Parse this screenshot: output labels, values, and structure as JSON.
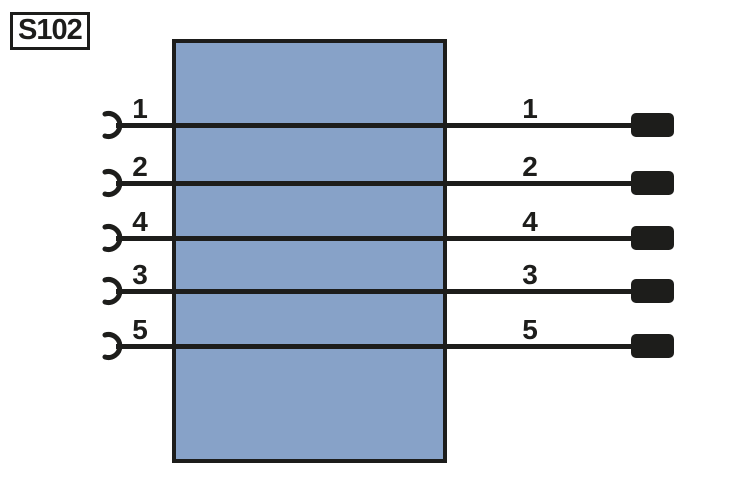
{
  "diagram": {
    "type": "wiring-connector-diagram",
    "connector_id": "S102",
    "component": {
      "description": "connector-body-block",
      "fill_color": "#87a2c8",
      "border_color": "#1d1d1b"
    },
    "colors": {
      "background": "#ffffff",
      "line": "#1d1d1b",
      "terminal": "#1d1d1b"
    },
    "icons": {
      "left_end": "female-socket-icon",
      "right_end": "terminal-block-icon"
    },
    "wires": [
      {
        "left_pin": "1",
        "right_pin": "1"
      },
      {
        "left_pin": "2",
        "right_pin": "2"
      },
      {
        "left_pin": "4",
        "right_pin": "4"
      },
      {
        "left_pin": "3",
        "right_pin": "3"
      },
      {
        "left_pin": "5",
        "right_pin": "5"
      }
    ]
  }
}
